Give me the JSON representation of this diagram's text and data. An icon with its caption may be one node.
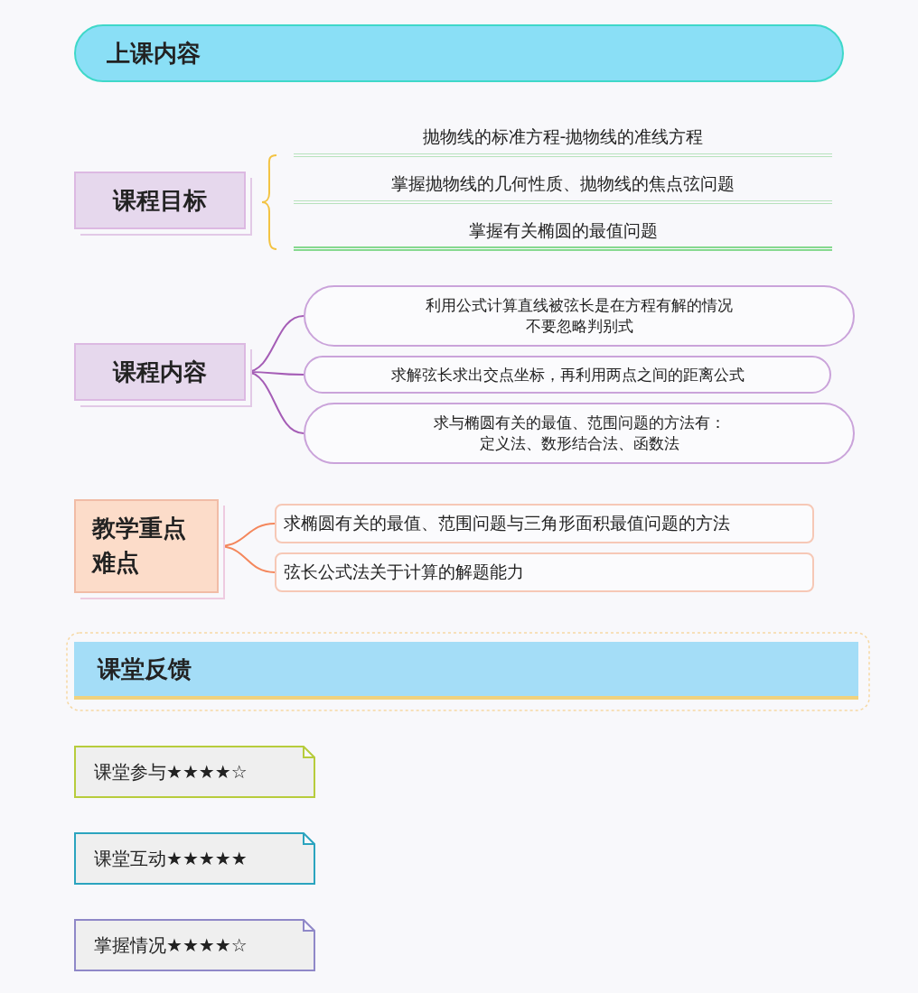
{
  "diagram": {
    "nodes": [
      {
        "text": [
          "上课内容"
        ]
      },
      {
        "text": [
          "课程目标"
        ]
      },
      {
        "text": [
          "抛物线的标准方程-抛物线的准线方程"
        ]
      },
      {
        "text": [
          "掌握抛物线的几何性质、抛物线的焦点弦问题"
        ]
      },
      {
        "text": [
          "掌握有关椭圆的最值问题"
        ]
      },
      {
        "text": [
          "课程内容"
        ]
      },
      {
        "text": [
          "利用公式计算直线被弦长是在方程有解的情况不要忽略判别式"
        ]
      },
      {
        "text": [
          "求解弦长求出交点坐标，再利用两点之间的距离公式"
        ]
      },
      {
        "text": [
          "求与椭圆有关的最值、范围问题的方法有：定义法、数形结合法、函数法"
        ]
      },
      {
        "text": [
          "教学重点难点"
        ]
      },
      {
        "text": [
          "求椭圆有关的最值、范围问题与三角形面积最值问题的方法"
        ]
      },
      {
        "text": [
          "弦长公式法关于计算的解题能力"
        ]
      },
      {
        "text": [
          "课堂反馈"
        ]
      },
      {
        "text": [
          "课堂参与★★★★☆"
        ]
      },
      {
        "text": [
          "课堂互动★★★★★"
        ]
      },
      {
        "text": [
          "掌握情况★★★★☆"
        ]
      }
    ],
    "edges": [
      {
        "from": 5,
        "to": 6,
        "arrow": "none"
      },
      {
        "from": 5,
        "to": 7,
        "arrow": "none"
      },
      {
        "from": 5,
        "to": 8,
        "arrow": "none"
      },
      {
        "from": 9,
        "to": 10,
        "arrow": "none",
        "color": "#f4875c"
      },
      {
        "from": 9,
        "to": 11,
        "arrow": "none",
        "color": "#f4875c"
      }
    ]
  }
}
